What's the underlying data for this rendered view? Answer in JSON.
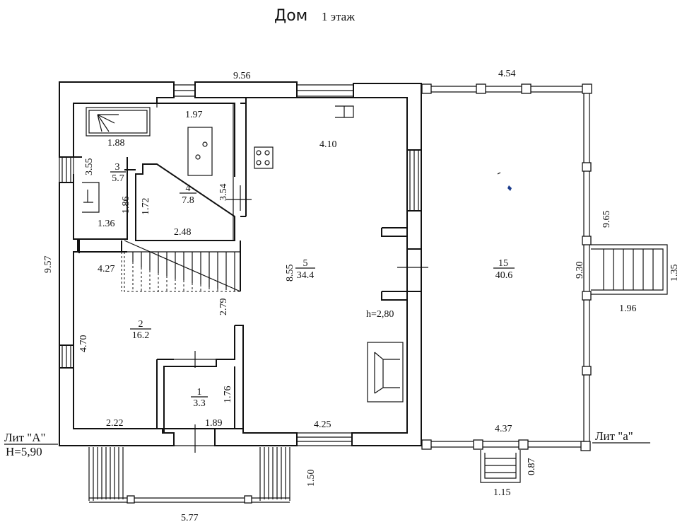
{
  "title": {
    "main": "Дом",
    "floor": "1 этаж"
  },
  "dimensions": {
    "top_house": "9.56",
    "top_veranda": "4.54",
    "left_house": "9.57",
    "right_veranda_a": "9.65",
    "right_veranda_b": "9.30",
    "stair_right_w": "1.96",
    "stair_right_h": "1.35",
    "bottom_veranda": "4.37",
    "bottom_step_w": "1.15",
    "bottom_step_h": "0.87",
    "porch_w": "5.77",
    "porch_h": "1.50",
    "bath_top": "1.88",
    "room3_h": "3.55",
    "room3_w": "1.36",
    "room3_h2": "1.86",
    "room4_top": "1.97",
    "room4_left": "1.72",
    "room4_right": "3.54",
    "room4_bottom": "2.48",
    "room2_top": "4.27",
    "room2_left": "4.70",
    "room2_bottom": "2.22",
    "room2_right": "2.79",
    "room1_right": "1.76",
    "room1_bottom": "1.89",
    "room5_top": "4.10",
    "room5_left": "8.55",
    "room5_bottom": "4.25",
    "ceiling": "h=2,80"
  },
  "rooms": [
    {
      "id": "1",
      "area": "3.3"
    },
    {
      "id": "2",
      "area": "16.2"
    },
    {
      "id": "3",
      "area": "5.7"
    },
    {
      "id": "4",
      "area": "7.8"
    },
    {
      "id": "5",
      "area": "34.4"
    },
    {
      "id": "15",
      "area": "40.6"
    }
  ],
  "labels": {
    "lit_a_upper": "Лит \"А\"",
    "height": "H=5,90",
    "lit_a_lower": "Лит \"а\""
  }
}
